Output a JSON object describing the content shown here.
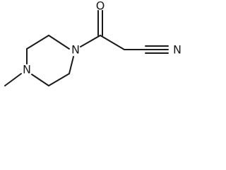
{
  "molecule": {
    "atoms": {
      "amide_nitrogen": "N",
      "amine_nitrogen": "N",
      "carbonyl_oxygen": "O",
      "nitrile_nitrogen": "N"
    }
  },
  "colors": {
    "bond": "#1a1a1a",
    "background": "#ffffff"
  }
}
